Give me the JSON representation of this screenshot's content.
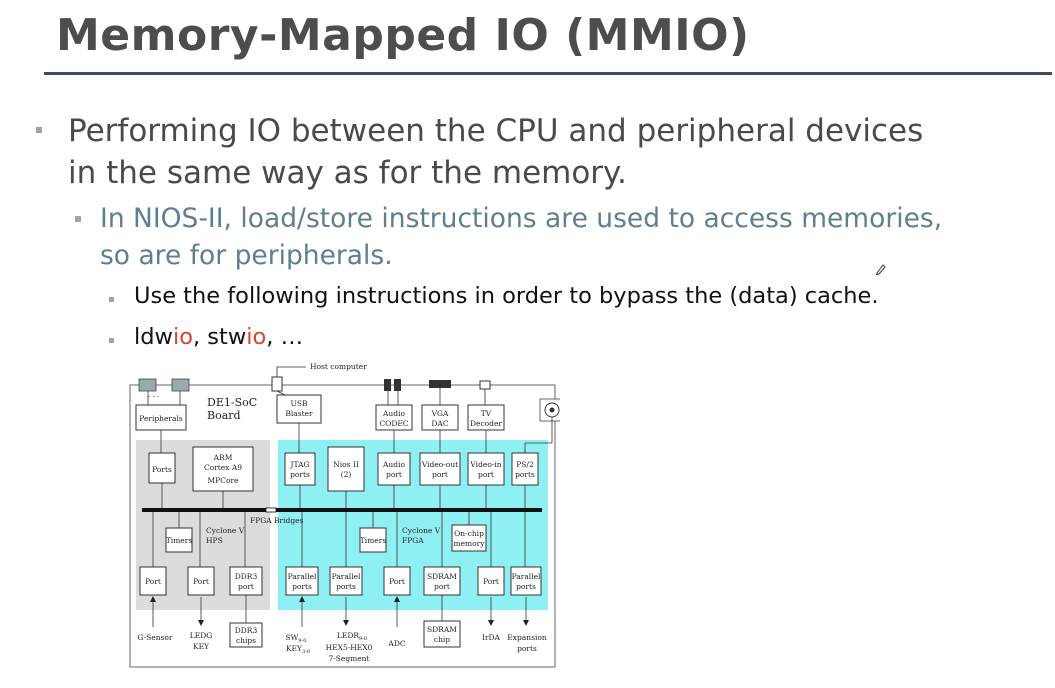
{
  "title": "Memory-Mapped IO (MMIO)",
  "bullets": {
    "level1": [
      "Performing IO between the CPU and peripheral devices",
      "in the same way as for the memory."
    ],
    "level2": [
      "In NIOS-II, load/store instructions are used to access memories,",
      "so are for peripherals."
    ],
    "level3_first": "Use the following instructions in order to bypass the (data) cache.",
    "level3_second": {
      "p1": "ldw",
      "p2": "io",
      "p3": ", stw",
      "p4": "io",
      "p5": ", …"
    }
  },
  "diagram": {
    "host_computer": "Host computer",
    "board_label": [
      "DE1-SoC",
      "Board"
    ],
    "dots": "· · ·",
    "peripherals": "Peripherals",
    "usb": [
      "USB",
      "Blaster"
    ],
    "audio_codec": [
      "Audio",
      "CODEC"
    ],
    "vga_dac": [
      "VGA",
      "DAC"
    ],
    "tv_decoder": [
      "TV",
      "Decoder"
    ],
    "ports": "Ports",
    "arm": [
      "ARM",
      "Cortex A9",
      "MPCore"
    ],
    "jtag": [
      "JTAG",
      "ports"
    ],
    "nios": [
      "Nios II",
      "(2)"
    ],
    "audio_port": [
      "Audio",
      "port"
    ],
    "video_out": [
      "Video-out",
      "port"
    ],
    "video_in": [
      "Video-in",
      "port"
    ],
    "ps2": [
      "PS/2",
      "ports"
    ],
    "fpga_bridges": "FPGA Bridges",
    "timers_hps": "Timers",
    "cyclone_hps": [
      "Cyclone V",
      "HPS"
    ],
    "timers_fpga": "Timers",
    "cyclone_fpga": [
      "Cyclone V",
      "FPGA"
    ],
    "onchip": [
      "On-chip",
      "memory"
    ],
    "port1": "Port",
    "port2": "Port",
    "ddr3_port": [
      "DDR3",
      "port"
    ],
    "par1": [
      "Parallel",
      "ports"
    ],
    "par2": [
      "Parallel",
      "ports"
    ],
    "port3": "Port",
    "sdram_port": [
      "SDRAM",
      "port"
    ],
    "port4": "Port",
    "par3": [
      "Parallel",
      "ports"
    ],
    "ddr3_chips": [
      "DDR3",
      "chips"
    ],
    "sdram_chip": [
      "SDRAM",
      "chip"
    ],
    "gsensor": "G-Sensor",
    "ledg_key": [
      "LEDG",
      "KEY"
    ],
    "sw_key": {
      "sw": "SW",
      "sw_sub": "9-0",
      "key": "KEY",
      "key_sub": "3-0"
    },
    "ledr": {
      "ledr": "LEDR",
      "ledr_sub": "9-0",
      "hex": "HEX5-HEX0",
      "seg": "7-Segment"
    },
    "adc": "ADC",
    "irda": "IrDA",
    "expansion": [
      "Expansion",
      "ports"
    ]
  }
}
